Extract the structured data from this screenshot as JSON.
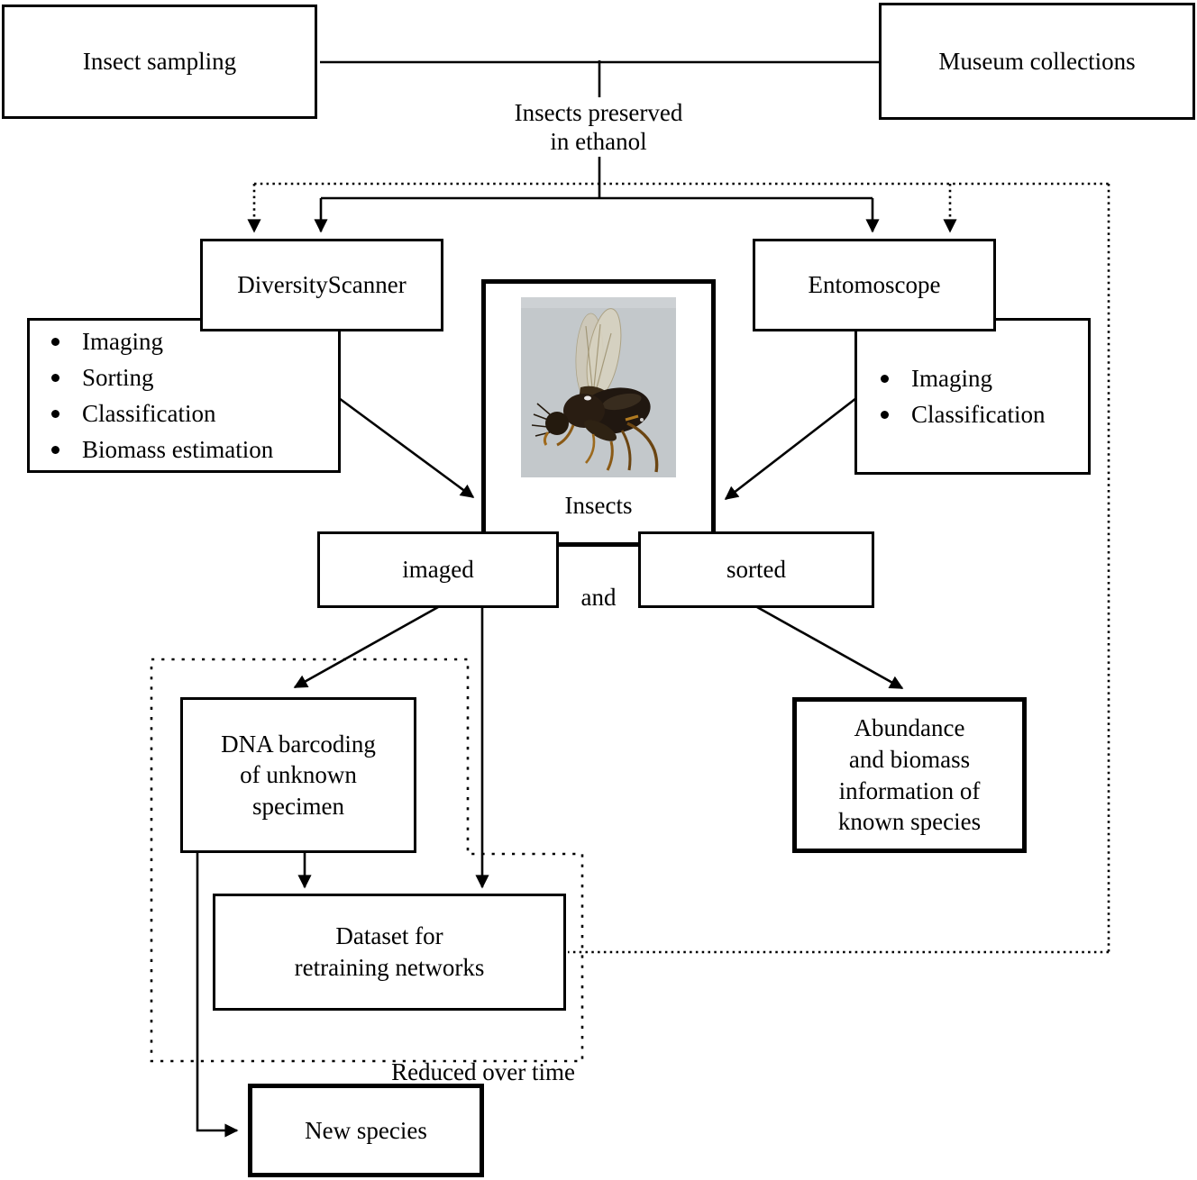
{
  "colors": {
    "background": "#ffffff",
    "line": "#000000",
    "photo_background": "#c3c8cb"
  },
  "nodes": {
    "insect_sampling": {
      "label": "Insect sampling"
    },
    "museum_collections": {
      "label": "Museum collections"
    },
    "insects_preserved": {
      "label": "Insects preserved\nin ethanol"
    },
    "diversity_scanner": {
      "label": "DiversityScanner",
      "features": [
        "Imaging",
        "Sorting",
        "Classification",
        "Biomass estimation"
      ]
    },
    "entomoscope": {
      "label": "Entomoscope",
      "features": [
        "Imaging",
        "Classification"
      ]
    },
    "insects": {
      "label": "Insects",
      "photo": "insect-specimen-photo"
    },
    "imaged": {
      "label": "imaged"
    },
    "conjunction": {
      "label": "and"
    },
    "sorted": {
      "label": "sorted"
    },
    "dna_barcoding": {
      "label": "DNA barcoding\nof unknown\nspecimen"
    },
    "abundance_info": {
      "label": "Abundance\nand biomass\ninformation of\nknown species"
    },
    "retraining_dataset": {
      "label": "Dataset for\nretraining networks"
    },
    "reduced_over_time": {
      "label": "Reduced over time"
    },
    "new_species": {
      "label": "New species"
    }
  }
}
